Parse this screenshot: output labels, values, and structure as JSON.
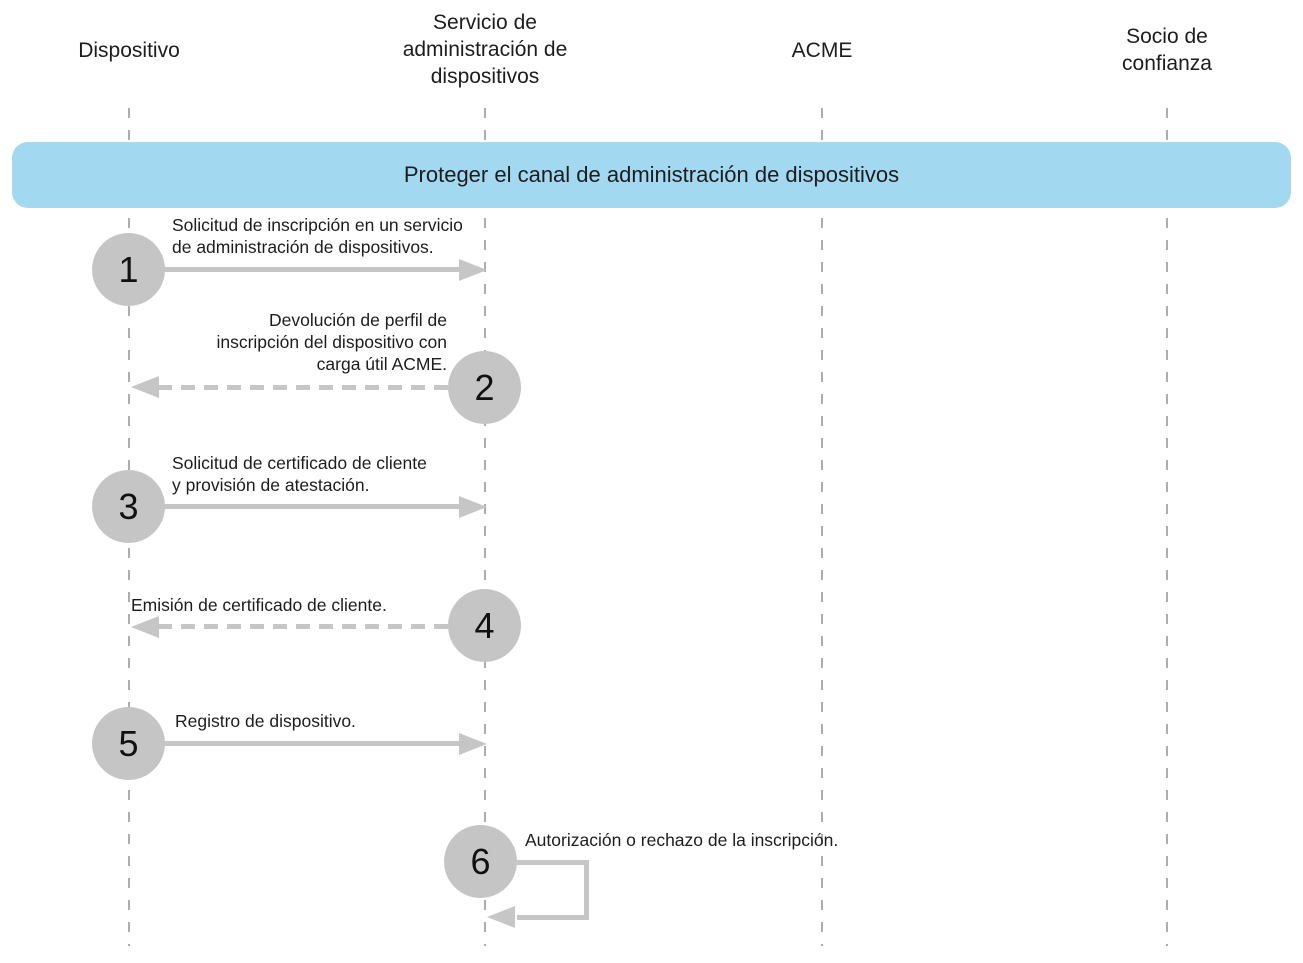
{
  "diagram": {
    "colors": {
      "banner_bg": "#a2d9f1",
      "circle_fill": "#c5c5c5",
      "arrow": "#c6c6c6",
      "lifeline": "#adadad",
      "text": "#1d1d1f"
    },
    "actors": [
      {
        "id": "dispositivo",
        "label": "Dispositivo"
      },
      {
        "id": "servicio-administracion-dispositivos",
        "label": "Servicio de\nadministración de\ndispositivos"
      },
      {
        "id": "acme",
        "label": "ACME"
      },
      {
        "id": "socio-confianza",
        "label": "Socio de\nconfianza"
      }
    ],
    "banner": {
      "label": "Proteger el canal de administración de dispositivos"
    },
    "steps": [
      {
        "number": "1",
        "label": "Solicitud de inscripción en un servicio\nde administración de dispositivos.",
        "from": "dispositivo",
        "to": "servicio-administracion-dispositivos",
        "line_style": "solid"
      },
      {
        "number": "2",
        "label": "Devolución de perfil de\ninscripción del dispositivo con\ncarga útil ACME.",
        "from": "servicio-administracion-dispositivos",
        "to": "dispositivo",
        "line_style": "dashed"
      },
      {
        "number": "3",
        "label": "Solicitud de certificado de cliente\ny provisión de atestación.",
        "from": "dispositivo",
        "to": "servicio-administracion-dispositivos",
        "line_style": "solid"
      },
      {
        "number": "4",
        "label": "Emisión de certificado de cliente.",
        "from": "servicio-administracion-dispositivos",
        "to": "dispositivo",
        "line_style": "dashed"
      },
      {
        "number": "5",
        "label": "Registro de dispositivo.",
        "from": "dispositivo",
        "to": "servicio-administracion-dispositivos",
        "line_style": "solid"
      },
      {
        "number": "6",
        "label": "Autorización o rechazo de la inscripción.",
        "from": "servicio-administracion-dispositivos",
        "to": "servicio-administracion-dispositivos",
        "line_style": "self-loop"
      }
    ]
  }
}
